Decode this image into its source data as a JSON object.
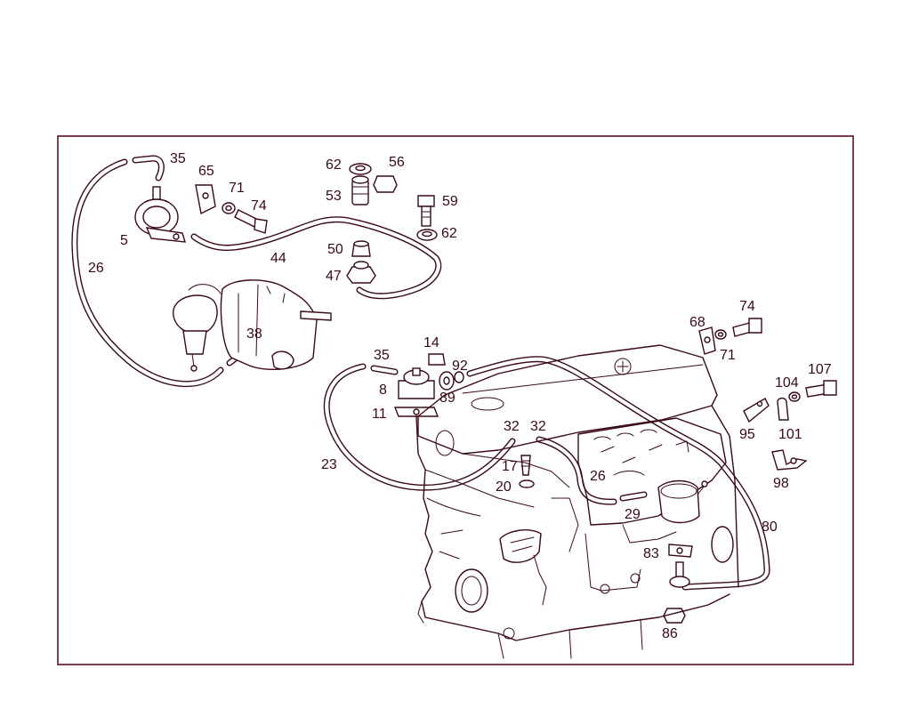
{
  "diagram": {
    "colors": {
      "line": "#3a0a14",
      "frame": "#5a1020",
      "background": "#ffffff"
    },
    "callouts": [
      {
        "id": "c35a",
        "text": "35"
      },
      {
        "id": "c65",
        "text": "65"
      },
      {
        "id": "c71a",
        "text": "71"
      },
      {
        "id": "c74a",
        "text": "74"
      },
      {
        "id": "c5",
        "text": "5"
      },
      {
        "id": "c26a",
        "text": "26"
      },
      {
        "id": "c44",
        "text": "44"
      },
      {
        "id": "c62a",
        "text": "62"
      },
      {
        "id": "c56",
        "text": "56"
      },
      {
        "id": "c53",
        "text": "53"
      },
      {
        "id": "c59",
        "text": "59"
      },
      {
        "id": "c62b",
        "text": "62"
      },
      {
        "id": "c50",
        "text": "50"
      },
      {
        "id": "c47",
        "text": "47"
      },
      {
        "id": "c38",
        "text": "38"
      },
      {
        "id": "c68",
        "text": "68"
      },
      {
        "id": "c74b",
        "text": "74"
      },
      {
        "id": "c71b",
        "text": "71"
      },
      {
        "id": "c14",
        "text": "14"
      },
      {
        "id": "c35b",
        "text": "35"
      },
      {
        "id": "c92",
        "text": "92"
      },
      {
        "id": "c8",
        "text": "8"
      },
      {
        "id": "c89",
        "text": "89"
      },
      {
        "id": "c11",
        "text": "11"
      },
      {
        "id": "c104",
        "text": "104"
      },
      {
        "id": "c107",
        "text": "107"
      },
      {
        "id": "c95",
        "text": "95"
      },
      {
        "id": "c101",
        "text": "101"
      },
      {
        "id": "c32a",
        "text": "32"
      },
      {
        "id": "c32b",
        "text": "32"
      },
      {
        "id": "c17",
        "text": "17"
      },
      {
        "id": "c20",
        "text": "20"
      },
      {
        "id": "c23",
        "text": "23"
      },
      {
        "id": "c26b",
        "text": "26"
      },
      {
        "id": "c29",
        "text": "29"
      },
      {
        "id": "c98",
        "text": "98"
      },
      {
        "id": "c80",
        "text": "80"
      },
      {
        "id": "c83",
        "text": "83"
      },
      {
        "id": "c86",
        "text": "86"
      }
    ]
  }
}
